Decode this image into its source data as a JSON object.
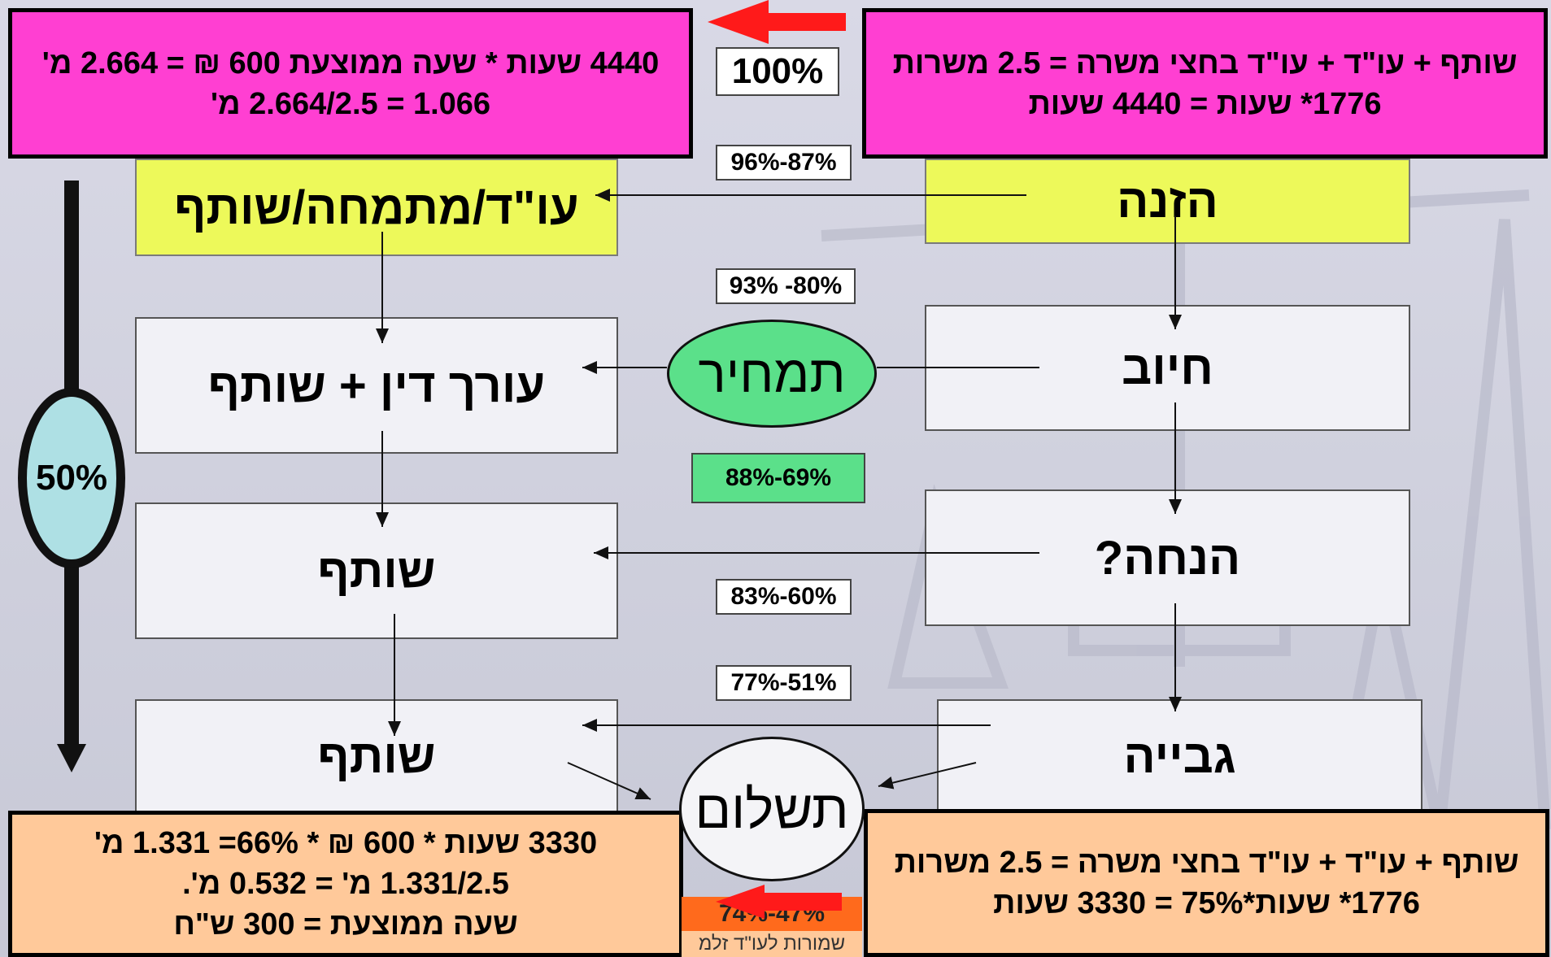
{
  "top_left_box": {
    "line1": "4440 שעות * שעה ממוצעת 600 ₪ = 2.664 מ'",
    "line2": "1.066 = 2.664/2.5 מ'"
  },
  "top_right_box": {
    "line1": "שותף + עו\"ד + עו\"ד בחצי משרה = 2.5 משרות",
    "line2": "1776* שעות = 4440 שעות"
  },
  "top_center_pct": "100%",
  "left_column": {
    "box1": "עו\"ד/מתמחה/שותף",
    "box2": "עורך דין + שותף",
    "box3": "שותף",
    "box4": "שותף"
  },
  "right_column": {
    "box1": "הזנה",
    "box2": "חיוב",
    "box3": "הנחה?",
    "box4": "גבייה"
  },
  "center": {
    "pricing_label": "תמחיר",
    "payment_label": "תשלום",
    "pct1": "96%-87%",
    "pct2": "93% -80%",
    "pct3": "88%-69%",
    "pct4": "83%-60%",
    "pct5": "77%-51%",
    "pct6": "74%-47%",
    "bottom_note": "שמורות לעו\"ד זלמ"
  },
  "left_oval_label": "50%",
  "bottom_left_box": {
    "line1": "3330 שעות * 600 ₪ * 66%= 1.331 מ'",
    "line2": "1.331/2.5 מ' = 0.532 מ'.",
    "line3": "שעה ממוצעת = 300 ש\"ח"
  },
  "bottom_right_box": {
    "line1": "שותף + עו\"ד + עו\"ד בחצי משרה = 2.5 משרות",
    "line2": "1776* שעות*75% = 3330 שעות"
  },
  "colors": {
    "pink": "#ff3fd2",
    "orange": "#ffc99a",
    "yellow": "#edf95a",
    "green": "#5be08a",
    "red": "#ff1a1a",
    "light_blue": "#aee0e4"
  },
  "icons": [
    "arrow-left-red-icon",
    "scales-of-justice-watermark"
  ]
}
